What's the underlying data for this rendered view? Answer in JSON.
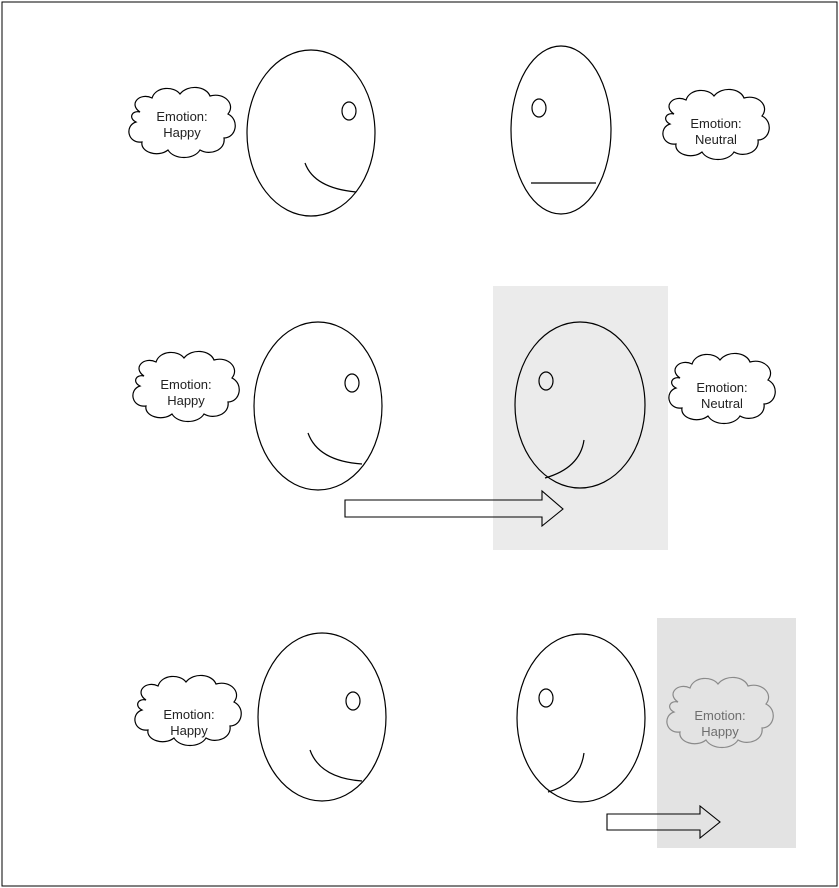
{
  "colors": {
    "background": "#ffffff",
    "stroke": "#000000",
    "highlight": "#ebebeb",
    "highlight_dark": "#e3e3e3"
  },
  "panels": [
    {
      "row": "row-1",
      "left_face": {
        "expression": "smile",
        "looking": "right",
        "thought": [
          "Emotion:",
          "Happy"
        ]
      },
      "right_face": {
        "expression": "neutral",
        "looking": "left",
        "thought": [
          "Emotion:",
          "Neutral"
        ]
      },
      "arrow": false,
      "highlight": "none"
    },
    {
      "row": "row-2",
      "left_face": {
        "expression": "smile",
        "looking": "right",
        "thought": [
          "Emotion:",
          "Happy"
        ]
      },
      "right_face": {
        "expression": "smile",
        "looking": "left",
        "thought": [
          "Emotion:",
          "Neutral"
        ]
      },
      "arrow": true,
      "highlight": "right-face"
    },
    {
      "row": "row-3",
      "left_face": {
        "expression": "smile",
        "looking": "right",
        "thought": [
          "Emotion:",
          "Happy"
        ]
      },
      "right_face": {
        "expression": "smile",
        "looking": "left",
        "thought": [
          "Emotion:",
          "Happy"
        ]
      },
      "arrow": true,
      "highlight": "right-thought"
    }
  ]
}
